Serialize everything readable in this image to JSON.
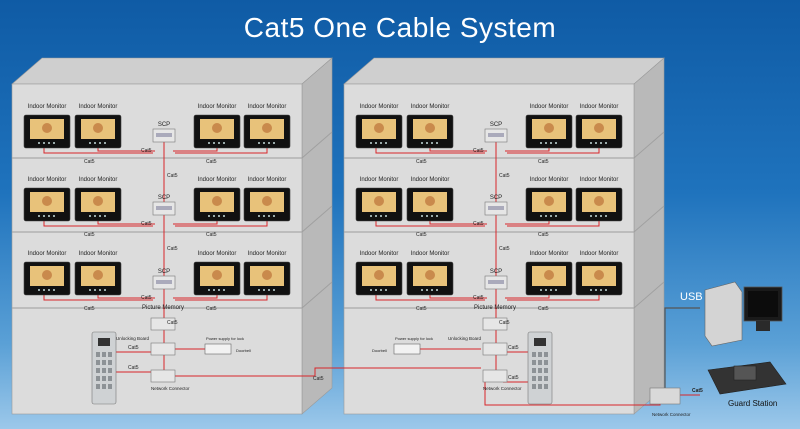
{
  "title": "Cat5 One Cable System",
  "labels": {
    "indoor_monitor": "Indoor Monitor",
    "scp": "SCP",
    "cat5": "Cat5",
    "picture_memory": "Picture Memory",
    "unlocking_board": "Unlocking Board",
    "network_connector": "Network Connector",
    "power_supply_for_lock": "Power supply for lock",
    "doorbell": "Doorbell",
    "usb": "USB",
    "guard_station": "Guard Station"
  },
  "colors": {
    "wire": "#d8262a",
    "building_front": "#dcdcdc",
    "building_side": "#b9b9b9",
    "building_top": "#cfcfcf",
    "background": "#1f73bd"
  },
  "icons": [
    "indoor-monitor-icon",
    "door-station-icon",
    "scp-switch-icon",
    "computer-icon",
    "guard-station-icon",
    "network-connector-icon"
  ]
}
